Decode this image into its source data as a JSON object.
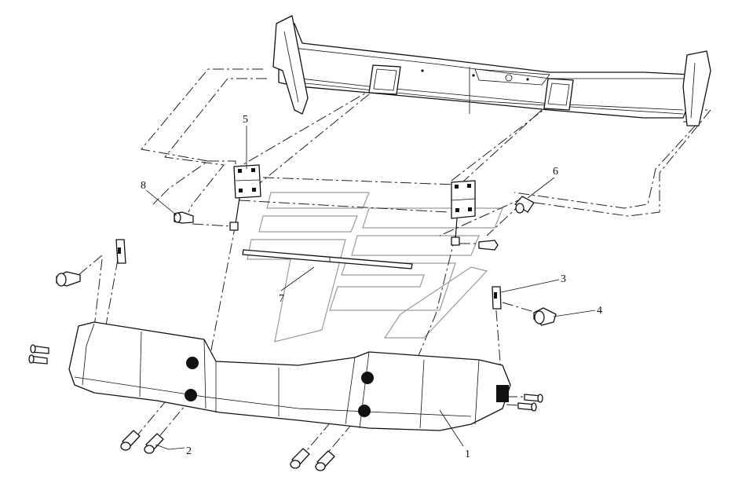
{
  "callouts": [
    {
      "id": "c1",
      "label": "1"
    },
    {
      "id": "c2",
      "label": "2"
    },
    {
      "id": "c3",
      "label": "3"
    },
    {
      "id": "c4",
      "label": "4"
    },
    {
      "id": "c5",
      "label": "5"
    },
    {
      "id": "c6",
      "label": "6"
    },
    {
      "id": "c7",
      "label": "7"
    },
    {
      "id": "c8",
      "label": "8"
    }
  ],
  "colors": {
    "line": "#111111",
    "watermark": "#9a9a9a",
    "background": "#ffffff"
  }
}
